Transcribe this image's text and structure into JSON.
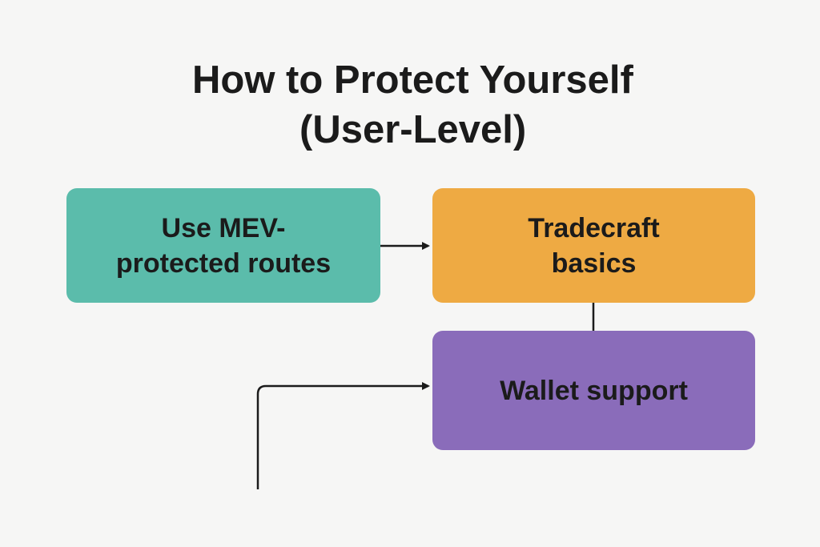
{
  "title": {
    "line1": "How to Protect Yourself",
    "line2": "(User-Level)"
  },
  "boxes": {
    "mev": {
      "line1": "Use MEV-",
      "line2": "protected routes",
      "color": "#5bbcab"
    },
    "tradecraft": {
      "line1": "Tradecraft",
      "line2": "basics",
      "color": "#eeaa43"
    },
    "wallet": {
      "line1": "Wallet support",
      "color": "#8a6cba"
    }
  },
  "connector_color": "#1b1b1b"
}
